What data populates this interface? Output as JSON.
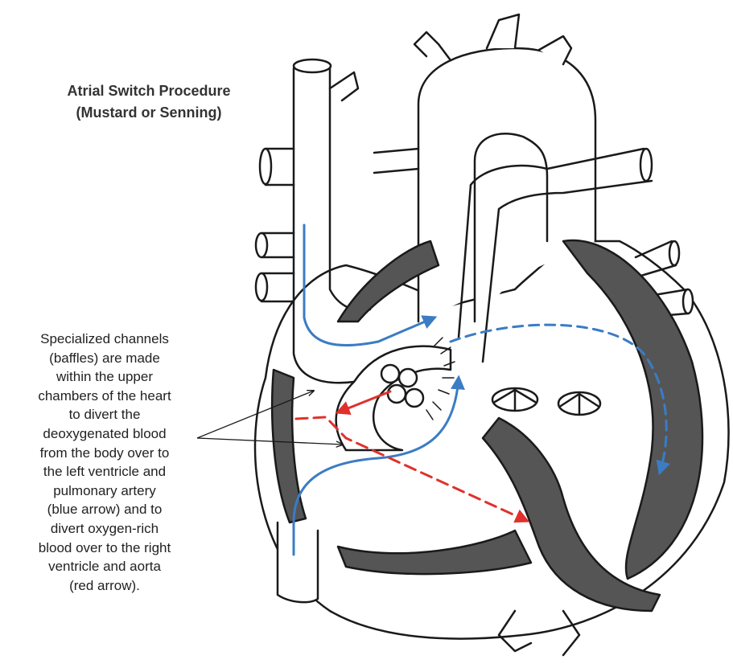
{
  "diagram": {
    "title_lines": [
      "Atrial Switch Procedure",
      "(Mustard or Senning)"
    ],
    "caption_lines": [
      "Specialized channels",
      "(baffles) are made",
      "within the upper",
      "chambers of the heart",
      "to divert the",
      "deoxygenated blood",
      "from the body over to",
      "the left ventricle and",
      "pulmonary artery",
      "(blue arrow) and to",
      "divert oxygen-rich",
      "blood over to the right",
      "ventricle and aorta",
      "(red arrow)."
    ],
    "colors": {
      "deoxygenated_arrow": "#3b7cc4",
      "oxygenated_arrow": "#e0312c",
      "outline": "#1a1a1a",
      "wall_fill": "#555555"
    }
  }
}
